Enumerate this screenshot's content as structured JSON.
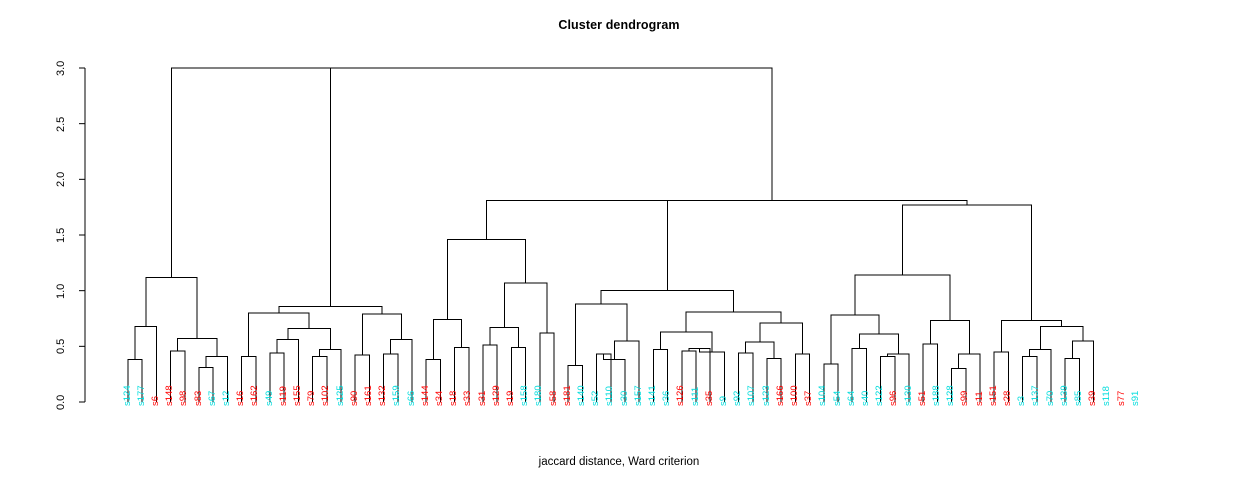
{
  "chart_data": {
    "type": "dendrogram",
    "title": "Cluster dendrogram",
    "xlabel": "jaccard distance, Ward criterion",
    "ylabel": "",
    "ylim": [
      0.0,
      3.0
    ],
    "yticks": [
      "0.0",
      "0.5",
      "1.0",
      "1.5",
      "2.0",
      "2.5",
      "3.0"
    ],
    "ytick_values": [
      0.0,
      0.5,
      1.0,
      1.5,
      2.0,
      2.5,
      3.0
    ],
    "grid": false,
    "legend": "none",
    "label_colors": {
      "red": "#FF0000",
      "cyan": "#00DCDC"
    },
    "n_leaves": 71,
    "leaves": [
      {
        "label": "s124",
        "color": "cyan"
      },
      {
        "label": "s177",
        "color": "cyan"
      },
      {
        "label": "s6",
        "color": "red"
      },
      {
        "label": "s148",
        "color": "red"
      },
      {
        "label": "s98",
        "color": "red"
      },
      {
        "label": "s83",
        "color": "red"
      },
      {
        "label": "s67",
        "color": "cyan"
      },
      {
        "label": "s12",
        "color": "cyan"
      },
      {
        "label": "s16",
        "color": "red"
      },
      {
        "label": "s162",
        "color": "red"
      },
      {
        "label": "s49",
        "color": "cyan"
      },
      {
        "label": "s119",
        "color": "red"
      },
      {
        "label": "s155",
        "color": "red"
      },
      {
        "label": "s79",
        "color": "red"
      },
      {
        "label": "s102",
        "color": "red"
      },
      {
        "label": "s125",
        "color": "cyan"
      },
      {
        "label": "s90",
        "color": "red"
      },
      {
        "label": "s161",
        "color": "red"
      },
      {
        "label": "s132",
        "color": "red"
      },
      {
        "label": "s159",
        "color": "cyan"
      },
      {
        "label": "s66",
        "color": "cyan"
      },
      {
        "label": "s144",
        "color": "red"
      },
      {
        "label": "s34",
        "color": "red"
      },
      {
        "label": "s18",
        "color": "red"
      },
      {
        "label": "s33",
        "color": "red"
      },
      {
        "label": "s31",
        "color": "red"
      },
      {
        "label": "s129",
        "color": "red"
      },
      {
        "label": "s19",
        "color": "red"
      },
      {
        "label": "s158",
        "color": "cyan"
      },
      {
        "label": "s180",
        "color": "cyan"
      },
      {
        "label": "s58",
        "color": "red"
      },
      {
        "label": "s181",
        "color": "red"
      },
      {
        "label": "s140",
        "color": "cyan"
      },
      {
        "label": "s52",
        "color": "cyan"
      },
      {
        "label": "s110",
        "color": "cyan"
      },
      {
        "label": "s30",
        "color": "cyan"
      },
      {
        "label": "s157",
        "color": "cyan"
      },
      {
        "label": "s141",
        "color": "cyan"
      },
      {
        "label": "s36",
        "color": "cyan"
      },
      {
        "label": "s126",
        "color": "red"
      },
      {
        "label": "s111",
        "color": "cyan"
      },
      {
        "label": "s35",
        "color": "red"
      },
      {
        "label": "s9",
        "color": "cyan"
      },
      {
        "label": "s92",
        "color": "cyan"
      },
      {
        "label": "s107",
        "color": "cyan"
      },
      {
        "label": "s123",
        "color": "cyan"
      },
      {
        "label": "s166",
        "color": "red"
      },
      {
        "label": "s100",
        "color": "red"
      },
      {
        "label": "s37",
        "color": "red"
      },
      {
        "label": "s104",
        "color": "cyan"
      },
      {
        "label": "s54",
        "color": "cyan"
      },
      {
        "label": "s64",
        "color": "cyan"
      },
      {
        "label": "s40",
        "color": "cyan"
      },
      {
        "label": "s122",
        "color": "cyan"
      },
      {
        "label": "s96",
        "color": "red"
      },
      {
        "label": "s130",
        "color": "cyan"
      },
      {
        "label": "s51",
        "color": "red"
      },
      {
        "label": "s188",
        "color": "cyan"
      },
      {
        "label": "s128",
        "color": "cyan"
      },
      {
        "label": "s99",
        "color": "red"
      },
      {
        "label": "s11",
        "color": "red"
      },
      {
        "label": "s151",
        "color": "red"
      },
      {
        "label": "s28",
        "color": "red"
      },
      {
        "label": "s3",
        "color": "cyan"
      },
      {
        "label": "s137",
        "color": "cyan"
      },
      {
        "label": "s70",
        "color": "cyan"
      },
      {
        "label": "s139",
        "color": "cyan"
      },
      {
        "label": "s85",
        "color": "cyan"
      },
      {
        "label": "s39",
        "color": "red"
      },
      {
        "label": "s118",
        "color": "cyan"
      },
      {
        "label": "s77",
        "color": "red"
      },
      {
        "label": "s91",
        "color": "cyan"
      }
    ],
    "merges": [
      {
        "id": "m1",
        "left": {
          "leaf": 0
        },
        "right": {
          "leaf": 1
        },
        "height": 0.38
      },
      {
        "id": "m2",
        "left": {
          "merge": "m1"
        },
        "right": {
          "leaf": 2
        },
        "height": 0.68
      },
      {
        "id": "m3",
        "left": {
          "leaf": 3
        },
        "right": {
          "leaf": 4
        },
        "height": 0.46
      },
      {
        "id": "m4",
        "left": {
          "leaf": 5
        },
        "right": {
          "leaf": 6
        },
        "height": 0.31
      },
      {
        "id": "m5",
        "left": {
          "merge": "m4"
        },
        "right": {
          "leaf": 7
        },
        "height": 0.41
      },
      {
        "id": "m6",
        "left": {
          "merge": "m3"
        },
        "right": {
          "merge": "m5"
        },
        "height": 0.57
      },
      {
        "id": "m7",
        "left": {
          "merge": "m2"
        },
        "right": {
          "merge": "m6"
        },
        "height": 1.12
      },
      {
        "id": "m8",
        "left": {
          "leaf": 8
        },
        "right": {
          "leaf": 9
        },
        "height": 0.41
      },
      {
        "id": "m9",
        "left": {
          "leaf": 10
        },
        "right": {
          "leaf": 11
        },
        "height": 0.44
      },
      {
        "id": "m10",
        "left": {
          "merge": "m9"
        },
        "right": {
          "leaf": 12
        },
        "height": 0.56
      },
      {
        "id": "m11",
        "left": {
          "leaf": 13
        },
        "right": {
          "leaf": 14
        },
        "height": 0.41
      },
      {
        "id": "m12",
        "left": {
          "merge": "m11"
        },
        "right": {
          "leaf": 15
        },
        "height": 0.47
      },
      {
        "id": "m13",
        "left": {
          "merge": "m10"
        },
        "right": {
          "merge": "m12"
        },
        "height": 0.66
      },
      {
        "id": "m14",
        "left": {
          "merge": "m8"
        },
        "right": {
          "merge": "m13"
        },
        "height": 0.8
      },
      {
        "id": "m15",
        "left": {
          "leaf": 16
        },
        "right": {
          "leaf": 17
        },
        "height": 0.42
      },
      {
        "id": "m16",
        "left": {
          "leaf": 18
        },
        "right": {
          "leaf": 19
        },
        "height": 0.43
      },
      {
        "id": "m17",
        "left": {
          "merge": "m16"
        },
        "right": {
          "leaf": 20
        },
        "height": 0.56
      },
      {
        "id": "m18",
        "left": {
          "merge": "m15"
        },
        "right": {
          "merge": "m17"
        },
        "height": 0.79
      },
      {
        "id": "m19",
        "left": {
          "merge": "m14"
        },
        "right": {
          "merge": "m18"
        },
        "height": 0.86
      },
      {
        "id": "m20",
        "left": {
          "merge": "m7"
        },
        "right": {
          "merge": "m19"
        },
        "height": 3.0
      },
      {
        "id": "m21",
        "left": {
          "leaf": 21
        },
        "right": {
          "leaf": 22
        },
        "height": 0.38
      },
      {
        "id": "m22",
        "left": {
          "leaf": 23
        },
        "right": {
          "leaf": 24
        },
        "height": 0.49
      },
      {
        "id": "m23",
        "left": {
          "merge": "m21"
        },
        "right": {
          "merge": "m22"
        },
        "height": 0.74
      },
      {
        "id": "m24",
        "left": {
          "leaf": 25
        },
        "right": {
          "leaf": 26
        },
        "height": 0.51
      },
      {
        "id": "m25",
        "left": {
          "leaf": 27
        },
        "right": {
          "leaf": 28
        },
        "height": 0.49
      },
      {
        "id": "m26",
        "left": {
          "merge": "m24"
        },
        "right": {
          "merge": "m25"
        },
        "height": 0.67
      },
      {
        "id": "m27",
        "left": {
          "leaf": 29
        },
        "right": {
          "leaf": 30
        },
        "height": 0.62
      },
      {
        "id": "m28",
        "left": {
          "merge": "m26"
        },
        "right": {
          "merge": "m27"
        },
        "height": 1.07
      },
      {
        "id": "m29",
        "left": {
          "merge": "m23"
        },
        "right": {
          "merge": "m28"
        },
        "height": 1.46
      },
      {
        "id": "m30",
        "left": {
          "leaf": 31
        },
        "right": {
          "leaf": 32
        },
        "height": 0.33
      },
      {
        "id": "m31",
        "left": {
          "leaf": 33
        },
        "right": {
          "leaf": 34
        },
        "height": 0.43
      },
      {
        "id": "m32",
        "left": {
          "merge": "m31"
        },
        "right": {
          "leaf": 35
        },
        "height": 0.38
      },
      {
        "id": "m33",
        "left": {
          "merge": "m32"
        },
        "right": {
          "leaf": 36
        },
        "height": 0.55
      },
      {
        "id": "m34",
        "left": {
          "merge": "m30"
        },
        "right": {
          "merge": "m33"
        },
        "height": 0.88
      },
      {
        "id": "m35",
        "left": {
          "leaf": 37
        },
        "right": {
          "leaf": 38
        },
        "height": 0.47
      },
      {
        "id": "m36",
        "left": {
          "leaf": 39
        },
        "right": {
          "leaf": 40
        },
        "height": 0.46
      },
      {
        "id": "m37",
        "left": {
          "merge": "m36"
        },
        "right": {
          "leaf": 41
        },
        "height": 0.48
      },
      {
        "id": "m38",
        "left": {
          "merge": "m37"
        },
        "right": {
          "leaf": 42
        },
        "height": 0.45
      },
      {
        "id": "m39",
        "left": {
          "merge": "m35"
        },
        "right": {
          "merge": "m38"
        },
        "height": 0.63
      },
      {
        "id": "m40",
        "left": {
          "leaf": 43
        },
        "right": {
          "leaf": 44
        },
        "height": 0.44
      },
      {
        "id": "m41",
        "left": {
          "leaf": 45
        },
        "right": {
          "leaf": 46
        },
        "height": 0.39
      },
      {
        "id": "m42",
        "left": {
          "merge": "m40"
        },
        "right": {
          "merge": "m41"
        },
        "height": 0.54
      },
      {
        "id": "m43",
        "left": {
          "leaf": 47
        },
        "right": {
          "leaf": 48
        },
        "height": 0.43
      },
      {
        "id": "m44",
        "left": {
          "merge": "m42"
        },
        "right": {
          "merge": "m43"
        },
        "height": 0.71
      },
      {
        "id": "m45",
        "left": {
          "merge": "m39"
        },
        "right": {
          "merge": "m44"
        },
        "height": 0.81
      },
      {
        "id": "m46",
        "left": {
          "merge": "m34"
        },
        "right": {
          "merge": "m45"
        },
        "height": 1.0
      },
      {
        "id": "m47",
        "left": {
          "merge": "m29"
        },
        "right": {
          "merge": "m46"
        },
        "height": 1.81
      },
      {
        "id": "m48",
        "left": {
          "leaf": 49
        },
        "right": {
          "leaf": 50
        },
        "height": 0.34
      },
      {
        "id": "m49",
        "left": {
          "leaf": 51
        },
        "right": {
          "leaf": 52
        },
        "height": 0.48
      },
      {
        "id": "m50",
        "left": {
          "leaf": 53
        },
        "right": {
          "leaf": 54
        },
        "height": 0.41
      },
      {
        "id": "m51",
        "left": {
          "merge": "m50"
        },
        "right": {
          "leaf": 55
        },
        "height": 0.43
      },
      {
        "id": "m52",
        "left": {
          "merge": "m49"
        },
        "right": {
          "merge": "m51"
        },
        "height": 0.61
      },
      {
        "id": "m53",
        "left": {
          "merge": "m48"
        },
        "right": {
          "merge": "m52"
        },
        "height": 0.78
      },
      {
        "id": "m54",
        "left": {
          "leaf": 56
        },
        "right": {
          "leaf": 57
        },
        "height": 0.52
      },
      {
        "id": "m55",
        "left": {
          "leaf": 58
        },
        "right": {
          "leaf": 59
        },
        "height": 0.3
      },
      {
        "id": "m56",
        "left": {
          "merge": "m55"
        },
        "right": {
          "leaf": 60
        },
        "height": 0.43
      },
      {
        "id": "m57",
        "left": {
          "merge": "m54"
        },
        "right": {
          "merge": "m56"
        },
        "height": 0.73
      },
      {
        "id": "m58",
        "left": {
          "merge": "m53"
        },
        "right": {
          "merge": "m57"
        },
        "height": 1.14
      },
      {
        "id": "m59",
        "left": {
          "leaf": 61
        },
        "right": {
          "leaf": 62
        },
        "height": 0.45
      },
      {
        "id": "m60",
        "left": {
          "leaf": 63
        },
        "right": {
          "leaf": 64
        },
        "height": 0.41
      },
      {
        "id": "m61",
        "left": {
          "merge": "m60"
        },
        "right": {
          "leaf": 65
        },
        "height": 0.47
      },
      {
        "id": "m62",
        "left": {
          "leaf": 66
        },
        "right": {
          "leaf": 67
        },
        "height": 0.39
      },
      {
        "id": "m63",
        "left": {
          "merge": "m62"
        },
        "right": {
          "leaf": 68
        },
        "height": 0.55
      },
      {
        "id": "m64",
        "left": {
          "merge": "m61"
        },
        "right": {
          "merge": "m63"
        },
        "height": 0.68
      },
      {
        "id": "m65",
        "left": {
          "merge": "m59"
        },
        "right": {
          "merge": "m64"
        },
        "height": 0.73
      },
      {
        "id": "m66",
        "left": {
          "merge": "m58"
        },
        "right": {
          "merge": "m65"
        },
        "height": 1.77
      },
      {
        "id": "m67",
        "left": {
          "merge": "m47"
        },
        "right": {
          "merge": "m66"
        },
        "height": 1.81
      },
      {
        "id": "m68",
        "left": {
          "merge": "m20"
        },
        "right": {
          "merge": "m67"
        },
        "height": 3.0
      }
    ]
  },
  "plot": {
    "title": "Cluster dendrogram",
    "xlabel": "jaccard distance, Ward criterion"
  }
}
